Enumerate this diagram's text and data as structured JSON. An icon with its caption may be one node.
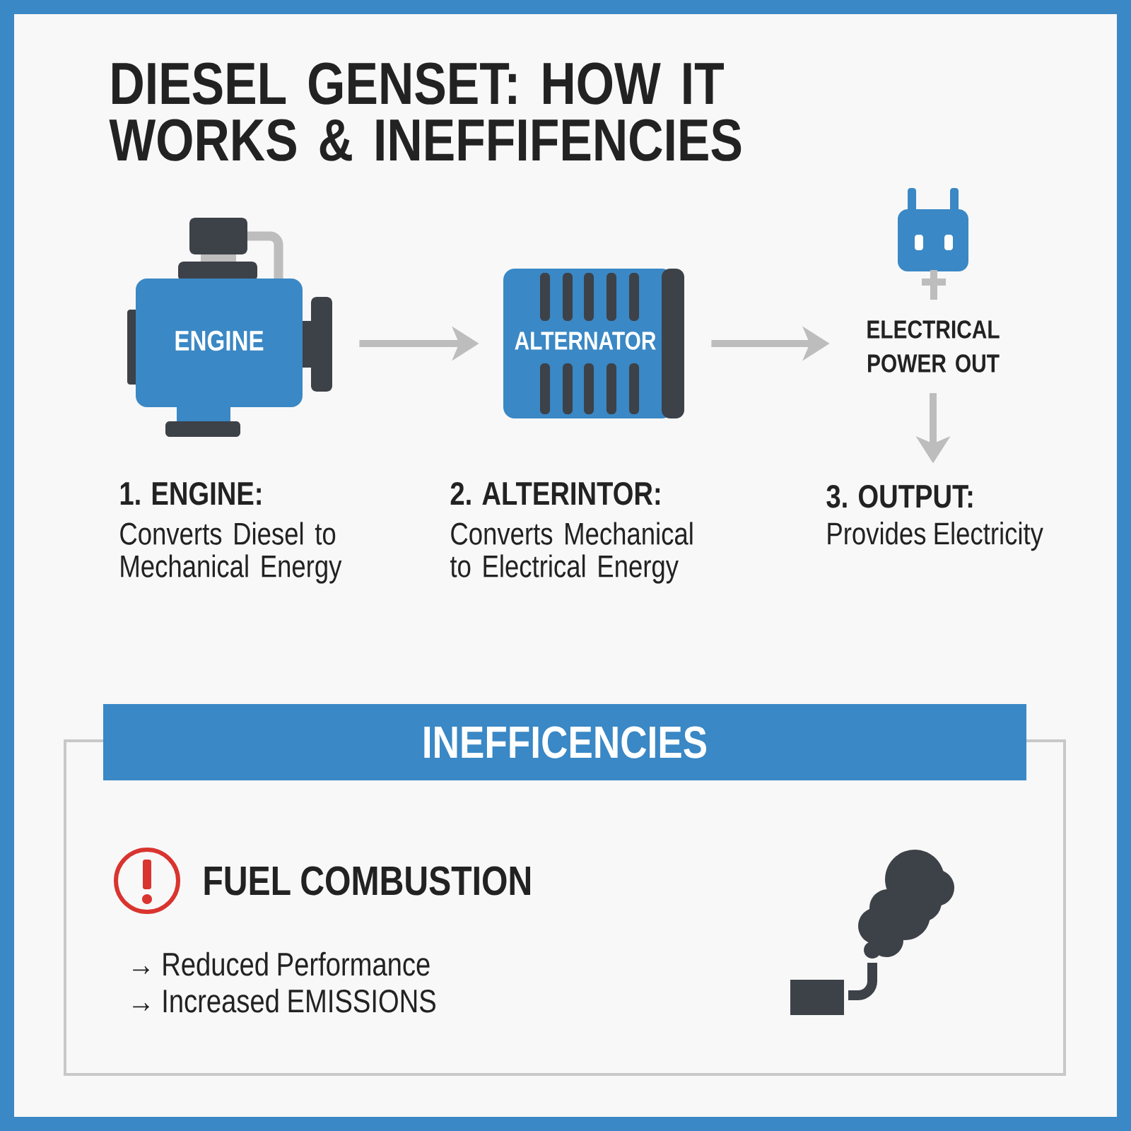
{
  "diagram": {
    "title": "DIESEL GENSET: HOW IT WORKS & INEFFIFENCIES",
    "nodes": [
      {
        "text": [
          "ENGINE"
        ],
        "beside": [
          "1. ENGINE:",
          "Converts Diesel to Mechanical Energy"
        ]
      },
      {
        "text": [
          "ALTERNATOR"
        ],
        "beside": [
          "2. ALTERINTOR:",
          "Converts Mechanical to Electrical Energy"
        ]
      },
      {
        "text": [
          "ELECTRICAL POWER OUT"
        ]
      },
      {
        "text": [
          "3. OUTPUT:",
          "Provides Electricity"
        ]
      },
      {
        "text": [
          "INEFFICENCIES",
          "FUEL COMBUSTION",
          "→ Reduced Performance",
          "→ Increased EMISSIONS"
        ]
      }
    ],
    "edges": [
      {
        "from": 0,
        "to": 1,
        "arrow": "to"
      },
      {
        "from": 1,
        "to": 2,
        "arrow": "to"
      },
      {
        "from": 2,
        "to": 3,
        "arrow": "to"
      }
    ]
  }
}
